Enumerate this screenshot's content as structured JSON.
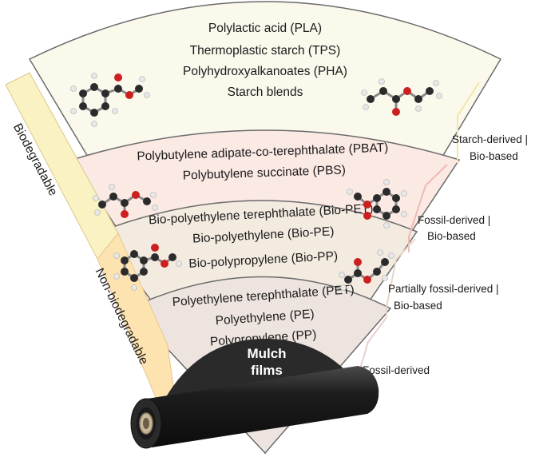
{
  "bands": [
    {
      "items": [
        "Polylactic acid (PLA)",
        "Thermoplastic starch (TPS)",
        "Polyhydroxyalkanoates (PHA)",
        "Starch blends"
      ],
      "category": [
        "Starch-derived |",
        "Bio-based"
      ],
      "fill": "#fbf8ec",
      "line": "#f5e6a8"
    },
    {
      "items": [
        "Polybutylene adipate-co-terephthalate (PBAT)",
        "Polybutylene succinate (PBS)"
      ],
      "category": [
        "Fossil-derived |",
        "Bio-based"
      ],
      "fill": "#fbe9e4",
      "line": "#f0b9b4"
    },
    {
      "items": [
        "Bio-polyethylene terephthalate (Bio-PET)",
        "Bio-polyethylene (Bio-PE)",
        "Bio-polypropylene (Bio-PP)"
      ],
      "category": [
        "Partially fossil-derived |",
        "Bio-based"
      ],
      "fill": "#f3ebe0",
      "line": "#e6d6c8"
    },
    {
      "items": [
        "Polyethylene terephthalate (PET)",
        "Polyethylene (PE)",
        "Polypropylene (PP)"
      ],
      "category": [
        "Fossil-derived"
      ],
      "fill": "#ede4df",
      "line": "#e9cfcf"
    }
  ],
  "side_bars": {
    "biodegradable": "Biodegradable",
    "non_biodegradable": "Non-biodegradable",
    "bio_color": "#fbf2c4",
    "nonbio_color": "#fde3b0"
  },
  "center": {
    "line1": "Mulch",
    "line2": "films",
    "color": "#2a2a2a"
  },
  "colors": {
    "divider": "#6b6b6b",
    "roll": "#1c1c1c",
    "core": "#c9b79b"
  },
  "icons": [
    "benzoate-molecule-icon",
    "propionate-ester-molecule-icon",
    "ester-molecule-icon",
    "benzoate-molecule-icon",
    "benzoate-molecule-icon",
    "ester-molecule-icon"
  ]
}
